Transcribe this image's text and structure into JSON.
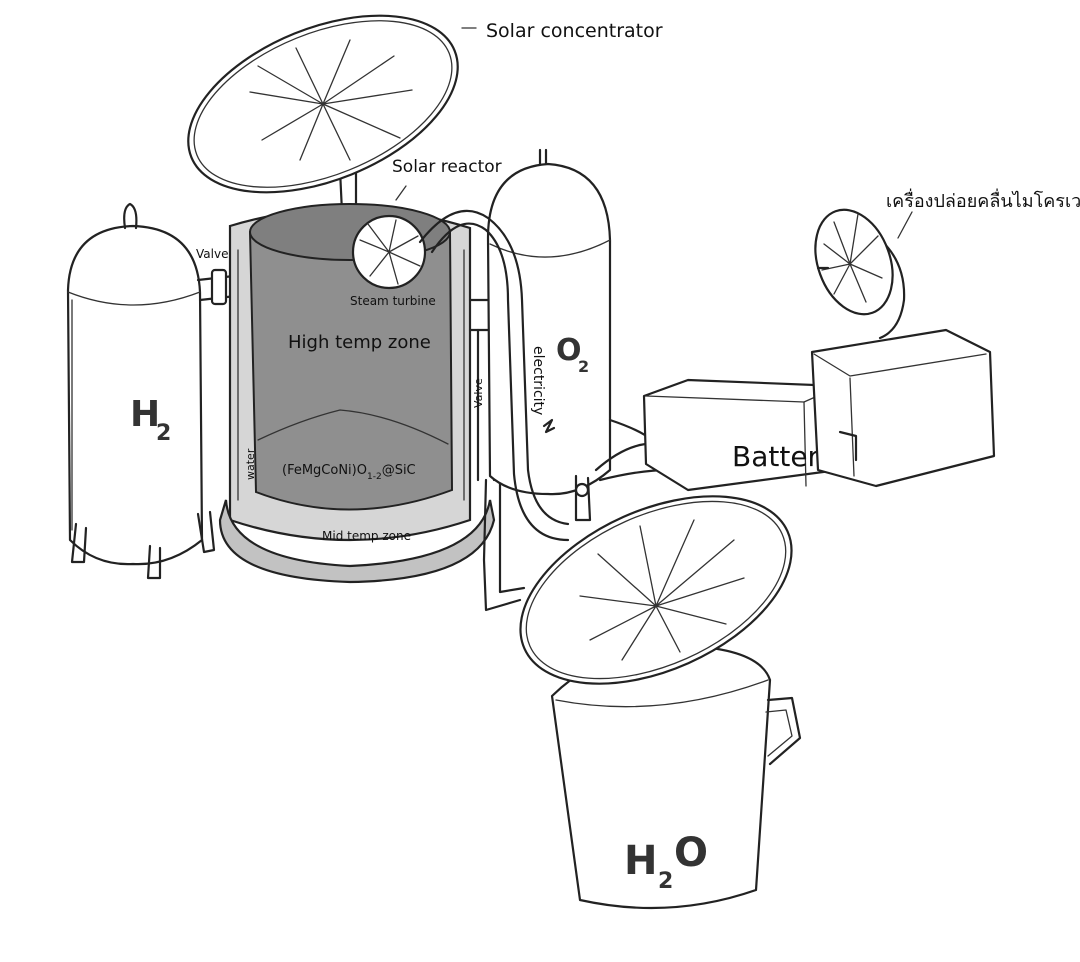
{
  "labels": {
    "solar_concentrator": "Solar concentrator",
    "solar_reactor": "Solar reactor",
    "microwave_emitter": "เครื่องปล่อยคลื่นไมโครเวฟ",
    "valve_left": "Valve",
    "valve_right": "Valve",
    "steam_turbine": "Steam turbine",
    "high_temp_zone": "High temp zone",
    "mid_temp_zone": "Mid temp zone",
    "water": "water",
    "catalyst": "(FeMgCoNi)O",
    "catalyst_sub": "1-2",
    "catalyst_suffix": "@SiC",
    "electricity": "electricity",
    "battery": "Battery",
    "h2_main": "H",
    "h2_sub": "2",
    "o2_main": "O",
    "o2_sub": "2",
    "h2o_h": "H",
    "h2o_sub": "2",
    "h2o_o": "O"
  },
  "colors": {
    "reactor_fill": "#8f8f8f",
    "reactor_shell": "#cfcfcf",
    "ink": "#222222",
    "background": "#ffffff"
  }
}
